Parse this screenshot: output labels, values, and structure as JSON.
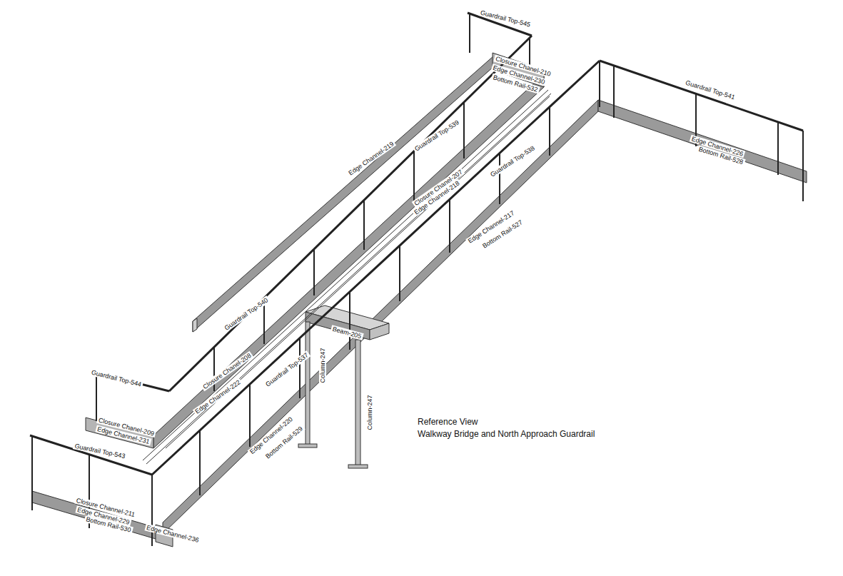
{
  "diagram": {
    "title": "Reference View",
    "caption": "Walkway Bridge and North Approach Guardrail",
    "labels": [
      "Guardrail Top-545",
      "Closure Chanel-210",
      "Edge Channel-230",
      "Bottom Rail-532",
      "Guardrail Top-539",
      "Edge Channel-219",
      "Closure Chanel-207",
      "Edge Channel-218",
      "Guardrail Top-538",
      "Guardrail Top-541",
      "Edge Channel-226",
      "Bottom Rail-528",
      "Edge Channel-217",
      "Bottom Rail-527",
      "Guardrail Top-540",
      "Beam-205",
      "Column-247",
      "Closure Chanel-208",
      "Guardrail Top-537",
      "Edge Channel-222",
      "Guardrail Top-544",
      "Column-247",
      "Closure Chanel-209",
      "Edge Channel-231",
      "Edge Channel-220",
      "Bottom Rail-529",
      "Guardrail Top-543",
      "Closure Channel-211",
      "Edge Channel-229",
      "Bottom Rail-530",
      "Edge Channel-236"
    ]
  }
}
